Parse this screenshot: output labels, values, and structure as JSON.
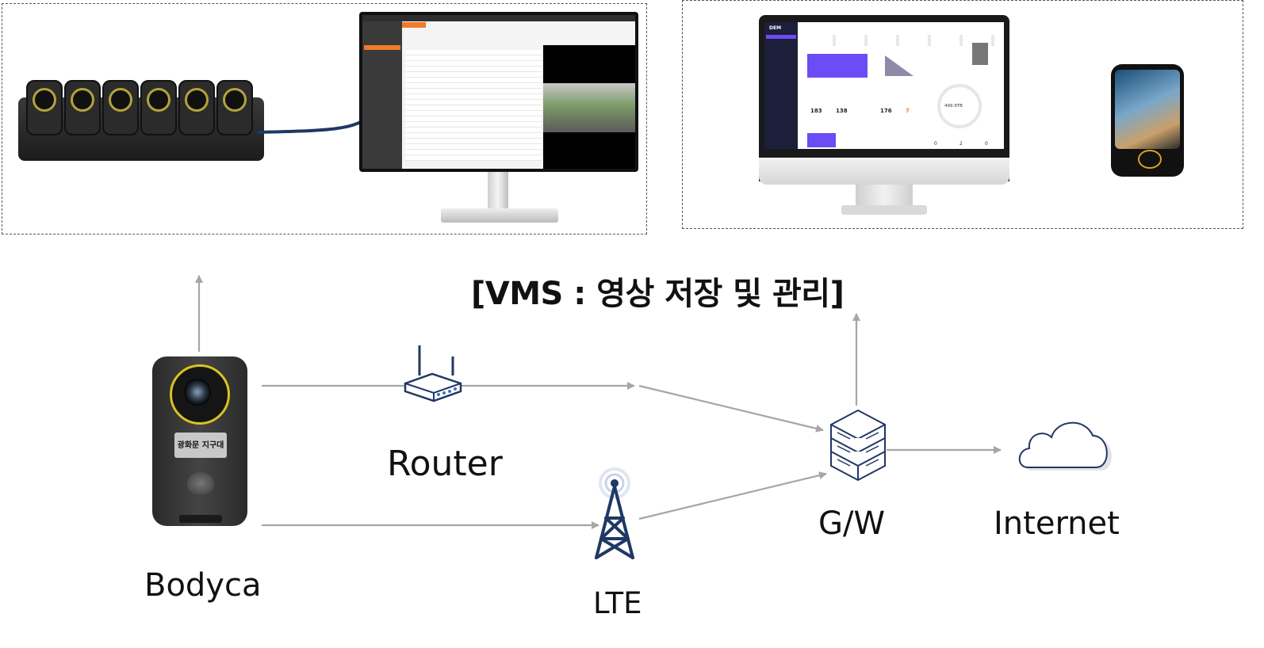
{
  "title": "[VMS : 영상 저장 및 관리]",
  "nodes": {
    "bodycam": "Bodyca",
    "bodycam_badge": "광화문 지구대",
    "router": "Router",
    "lte": "LTE",
    "gateway": "G/W",
    "internet": "Internet"
  },
  "dem_screen": {
    "brand": "DEM",
    "stats": [
      "183",
      "138",
      "176",
      "7"
    ],
    "storage": "499.9TB",
    "counters": [
      "0",
      "2",
      "0"
    ]
  },
  "colors": {
    "arrow": "#a6a6a6",
    "navy": "#1f3864",
    "accent": "#6c4cf5",
    "orange": "#f07a2a"
  }
}
